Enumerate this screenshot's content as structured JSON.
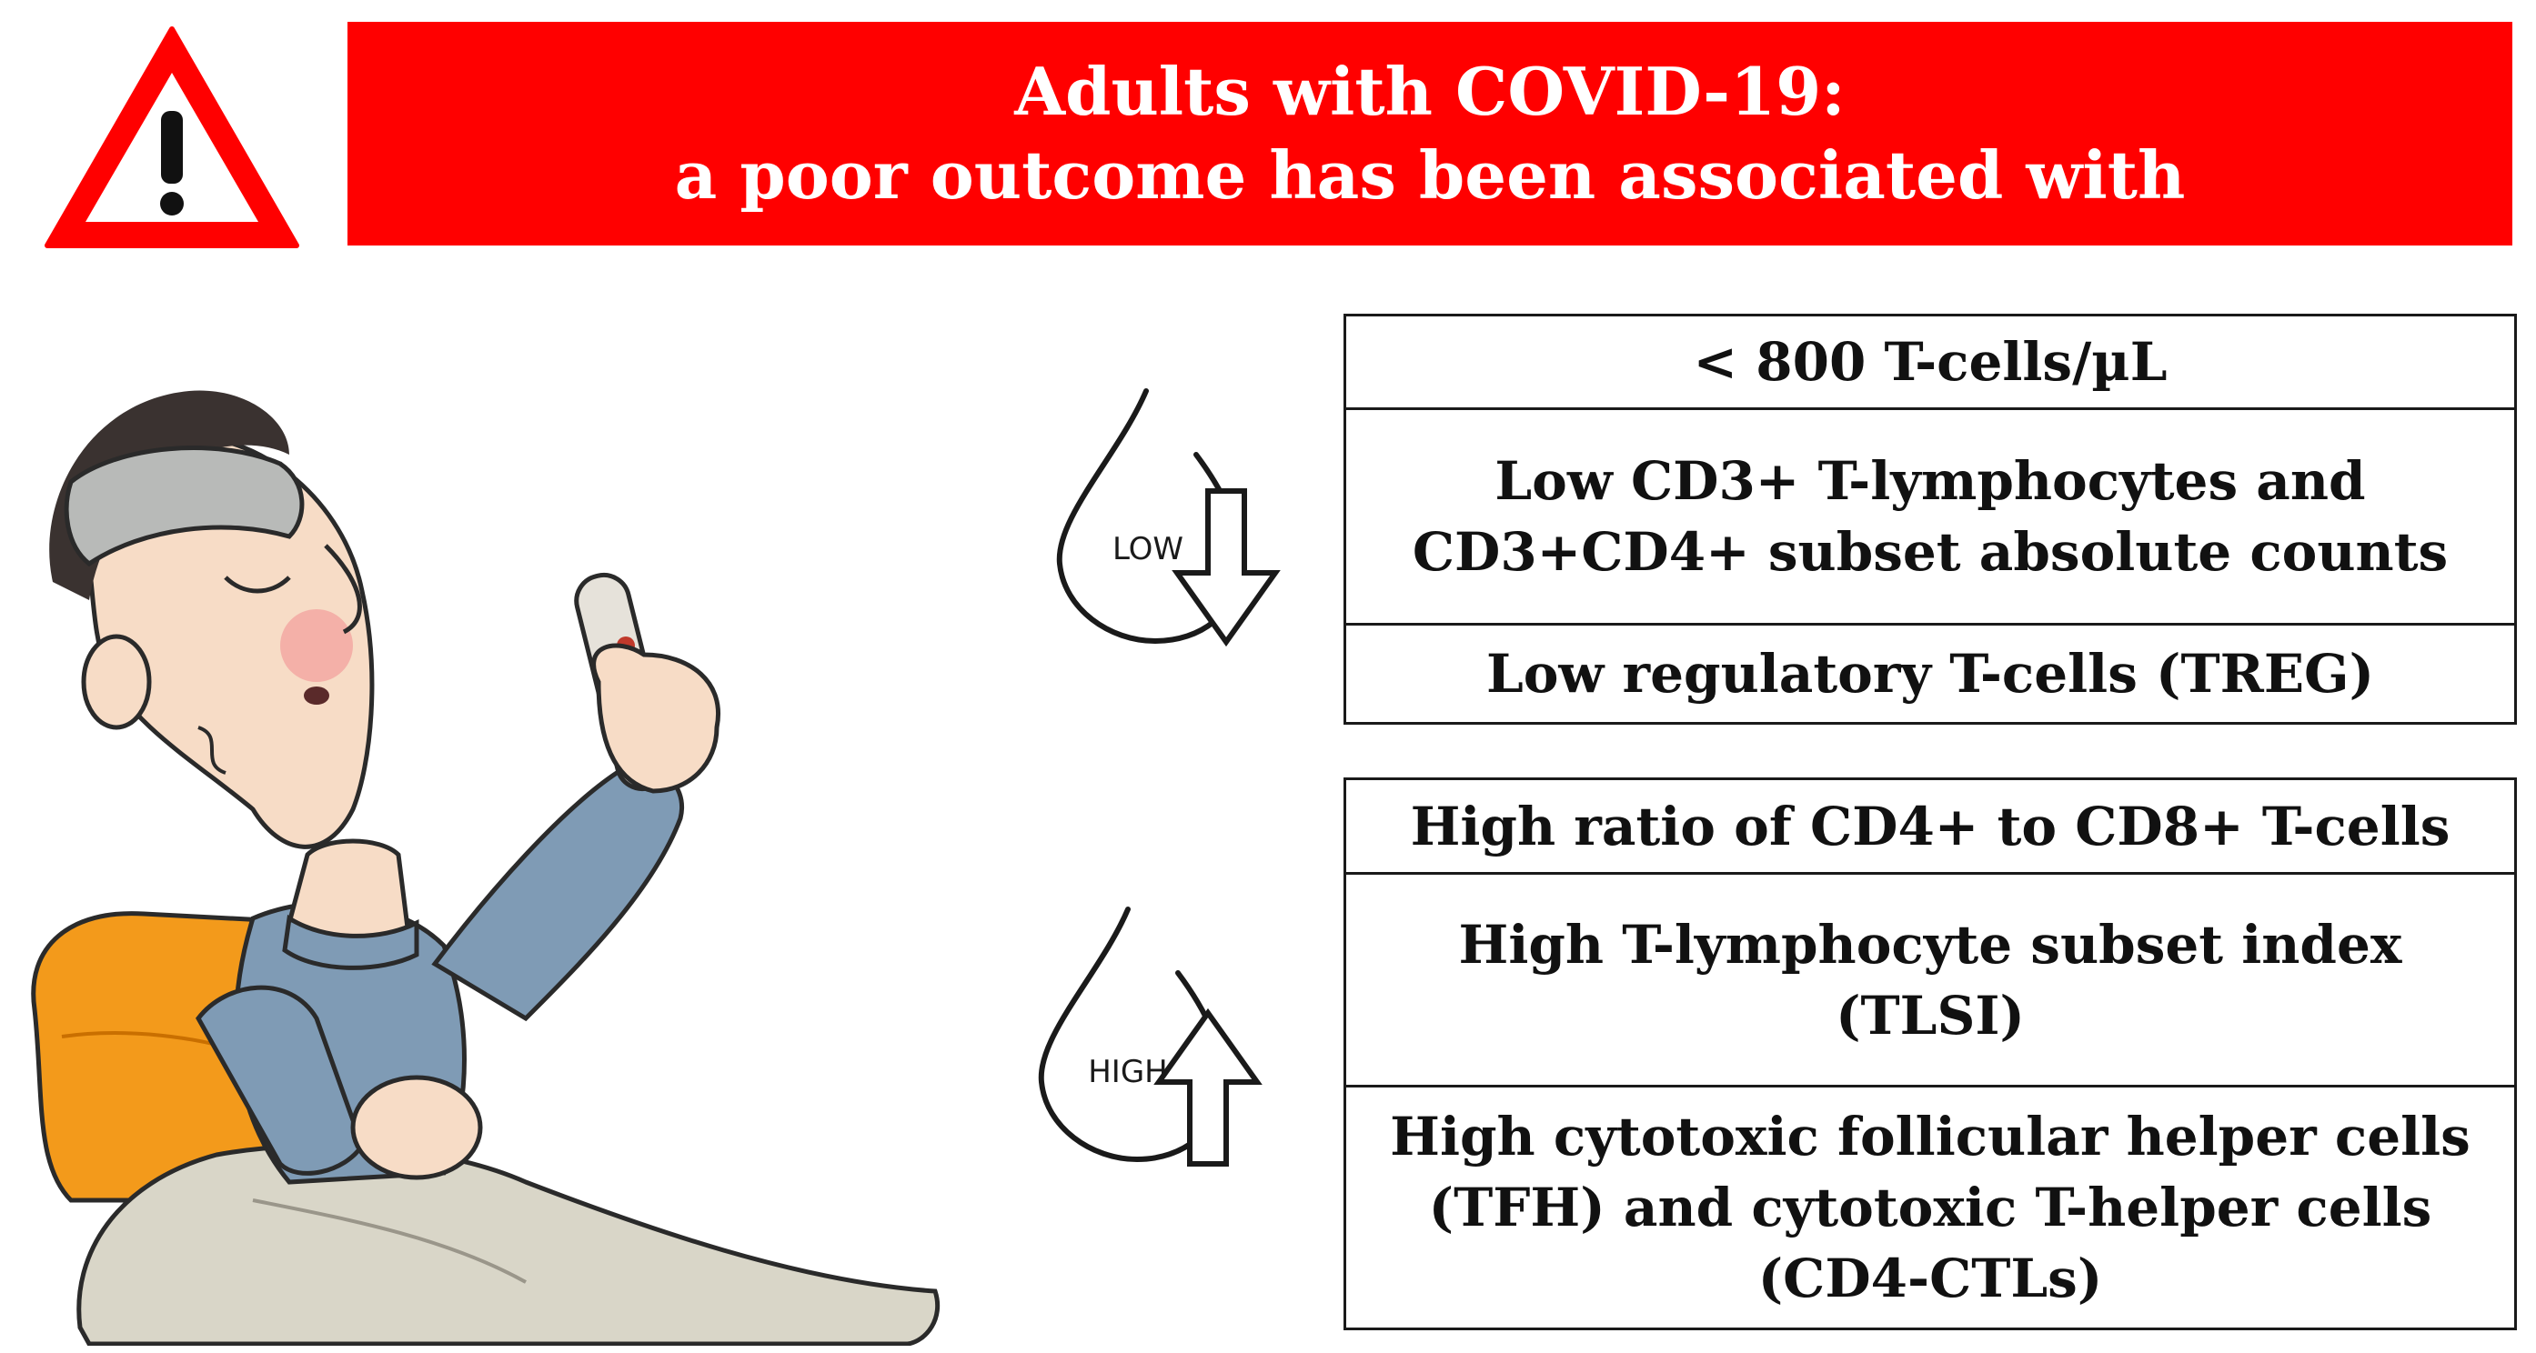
{
  "header": {
    "line1": "Adults with COVID-19:",
    "line2": "a poor outcome has been associated with",
    "banner_color": "#ff0000"
  },
  "icons": {
    "warning": "warning-triangle-icon",
    "low_drop": "blood-drop-low-icon",
    "high_drop": "blood-drop-high-icon",
    "down_arrow": "down-arrow-icon",
    "up_arrow": "up-arrow-icon",
    "person": "sick-person-thermometer-illustration"
  },
  "low": {
    "drop_label": "LOW",
    "items": [
      {
        "lines": [
          "< 800 T-cells/µL"
        ]
      },
      {
        "lines": [
          "Low CD3+ T-lymphocytes and",
          "CD3+CD4+ subset absolute counts"
        ]
      },
      {
        "lines": [
          "Low regulatory T-cells (TREG)"
        ]
      }
    ]
  },
  "high": {
    "drop_label": "HIGH",
    "items": [
      {
        "lines": [
          "High ratio of CD4+ to CD8+ T-cells"
        ]
      },
      {
        "lines": [
          "High T-lymphocyte subset index",
          "(TLSI)"
        ]
      },
      {
        "lines": [
          "High cytotoxic follicular helper cells",
          "(TFH) and cytotoxic T-helper cells",
          "(CD4-CTLs)"
        ]
      }
    ]
  }
}
